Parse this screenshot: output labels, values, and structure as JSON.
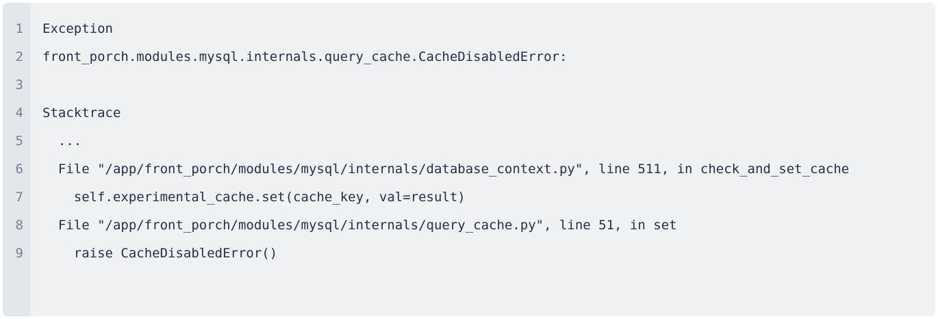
{
  "code_block": {
    "language": "text",
    "background_color": "#f0f1f3",
    "gutter_color": "#e3e6ea",
    "text_color": "#252f4a",
    "line_number_color": "#76808f",
    "lines": [
      {
        "number": "1",
        "text": "Exception"
      },
      {
        "number": "2",
        "text": "front_porch.modules.mysql.internals.query_cache.CacheDisabledError:"
      },
      {
        "number": "3",
        "text": ""
      },
      {
        "number": "4",
        "text": "Stacktrace"
      },
      {
        "number": "5",
        "text": "  ..."
      },
      {
        "number": "6",
        "text": "  File \"/app/front_porch/modules/mysql/internals/database_context.py\", line 511, in check_and_set_cache"
      },
      {
        "number": "7",
        "text": "    self.experimental_cache.set(cache_key, val=result)"
      },
      {
        "number": "8",
        "text": "  File \"/app/front_porch/modules/mysql/internals/query_cache.py\", line 51, in set"
      },
      {
        "number": "9",
        "text": "    raise CacheDisabledError()"
      }
    ]
  }
}
